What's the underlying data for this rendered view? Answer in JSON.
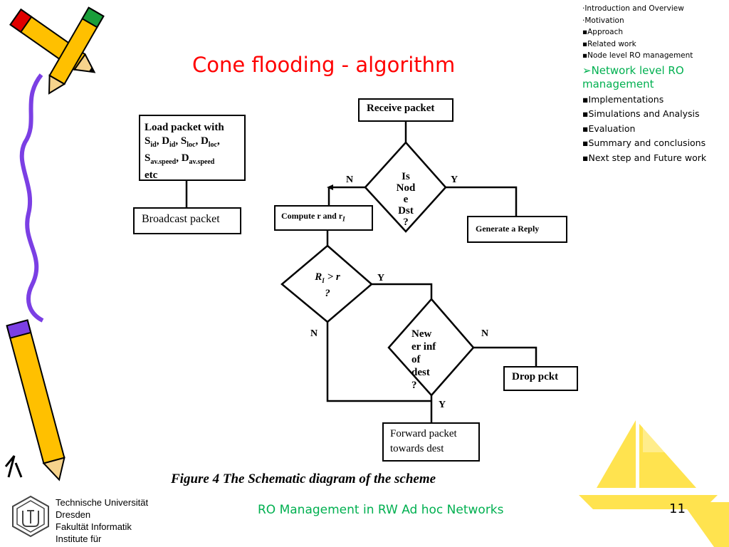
{
  "title": "Cone flooding -  algorithm",
  "outline": {
    "small_items": [
      "·Introduction and Overview",
      "·Motivation",
      "▪Approach",
      "▪Related work",
      "▪Node level RO management"
    ],
    "active_item": "➢Network level RO management",
    "mid_items": [
      "▪Implementations",
      "▪Simulations and Analysis",
      "▪Evaluation",
      "▪Summary and conclusions",
      "▪Next step and Future work"
    ]
  },
  "flowchart": {
    "load_packet": {
      "line1": "Load packet with",
      "S": "S",
      "id": "id",
      "D": "D",
      "loc": "loc",
      "av_speed": "av.speed",
      "etc": "etc"
    },
    "broadcast": "Broadcast packet",
    "receive": "Receive packet",
    "is_node_dst": [
      "Is",
      "Nod",
      "e",
      "Dst",
      "?"
    ],
    "compute": "Compute r and r",
    "compute_sub": "I",
    "generate_reply": "Generate a Reply",
    "ri_gt_r": [
      "R",
      "I",
      " > r",
      "?"
    ],
    "newer_info": [
      "New",
      "er inf",
      "of",
      "dest",
      "?"
    ],
    "drop": "Drop pckt",
    "forward": [
      "Forward packet",
      "towards dest"
    ],
    "labels": {
      "n1": "N",
      "y1": "Y",
      "y2": "Y",
      "n2": "N",
      "n3": "N",
      "y3": "Y"
    }
  },
  "caption": "Figure 4 The Schematic diagram of the scheme",
  "footer": "RO Management in RW Ad hoc Networks",
  "page_number": "11",
  "university": [
    "Technische Universität",
    "Dresden",
    "Fakultät Informatik",
    "Institute für"
  ],
  "colors": {
    "title": "#ff0000",
    "active": "#00b050",
    "footer": "#00b050",
    "sailboat": "#ffe34f"
  }
}
